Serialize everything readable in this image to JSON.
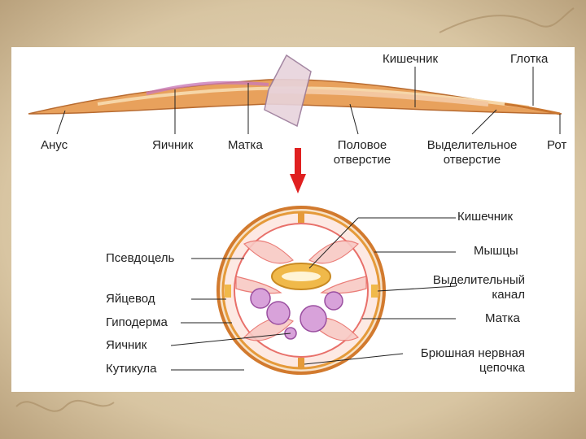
{
  "worm_labels": {
    "intestine": "Кишечник",
    "pharynx": "Глотка",
    "anus": "Анус",
    "ovary": "Яичник",
    "uterus": "Матка",
    "genital_opening_1": "Половое",
    "genital_opening_2": "отверстие",
    "excretory_opening_1": "Выделительное",
    "excretory_opening_2": "отверстие",
    "mouth": "Рот"
  },
  "section_labels": {
    "intestine": "Кишечник",
    "muscles": "Мышцы",
    "excretory_canal_1": "Выделительный",
    "excretory_canal_2": "канал",
    "uterus": "Матка",
    "nerve_cord_1": "Брюшная нервная",
    "nerve_cord_2": "цепочка",
    "pseudocoel": "Псевдоцель",
    "oviduct": "Яйцевод",
    "hypodermis": "Гиподерма",
    "ovary": "Яичник",
    "cuticle": "Кутикула"
  },
  "colors": {
    "worm_body": "#e8a15c",
    "worm_inner": "#f6d6a8",
    "arrow": "#e02020",
    "muscle": "#e8706a",
    "cuticle": "#e59a3a",
    "egg": "#b06ab5",
    "intestine": "#f0b94a"
  }
}
